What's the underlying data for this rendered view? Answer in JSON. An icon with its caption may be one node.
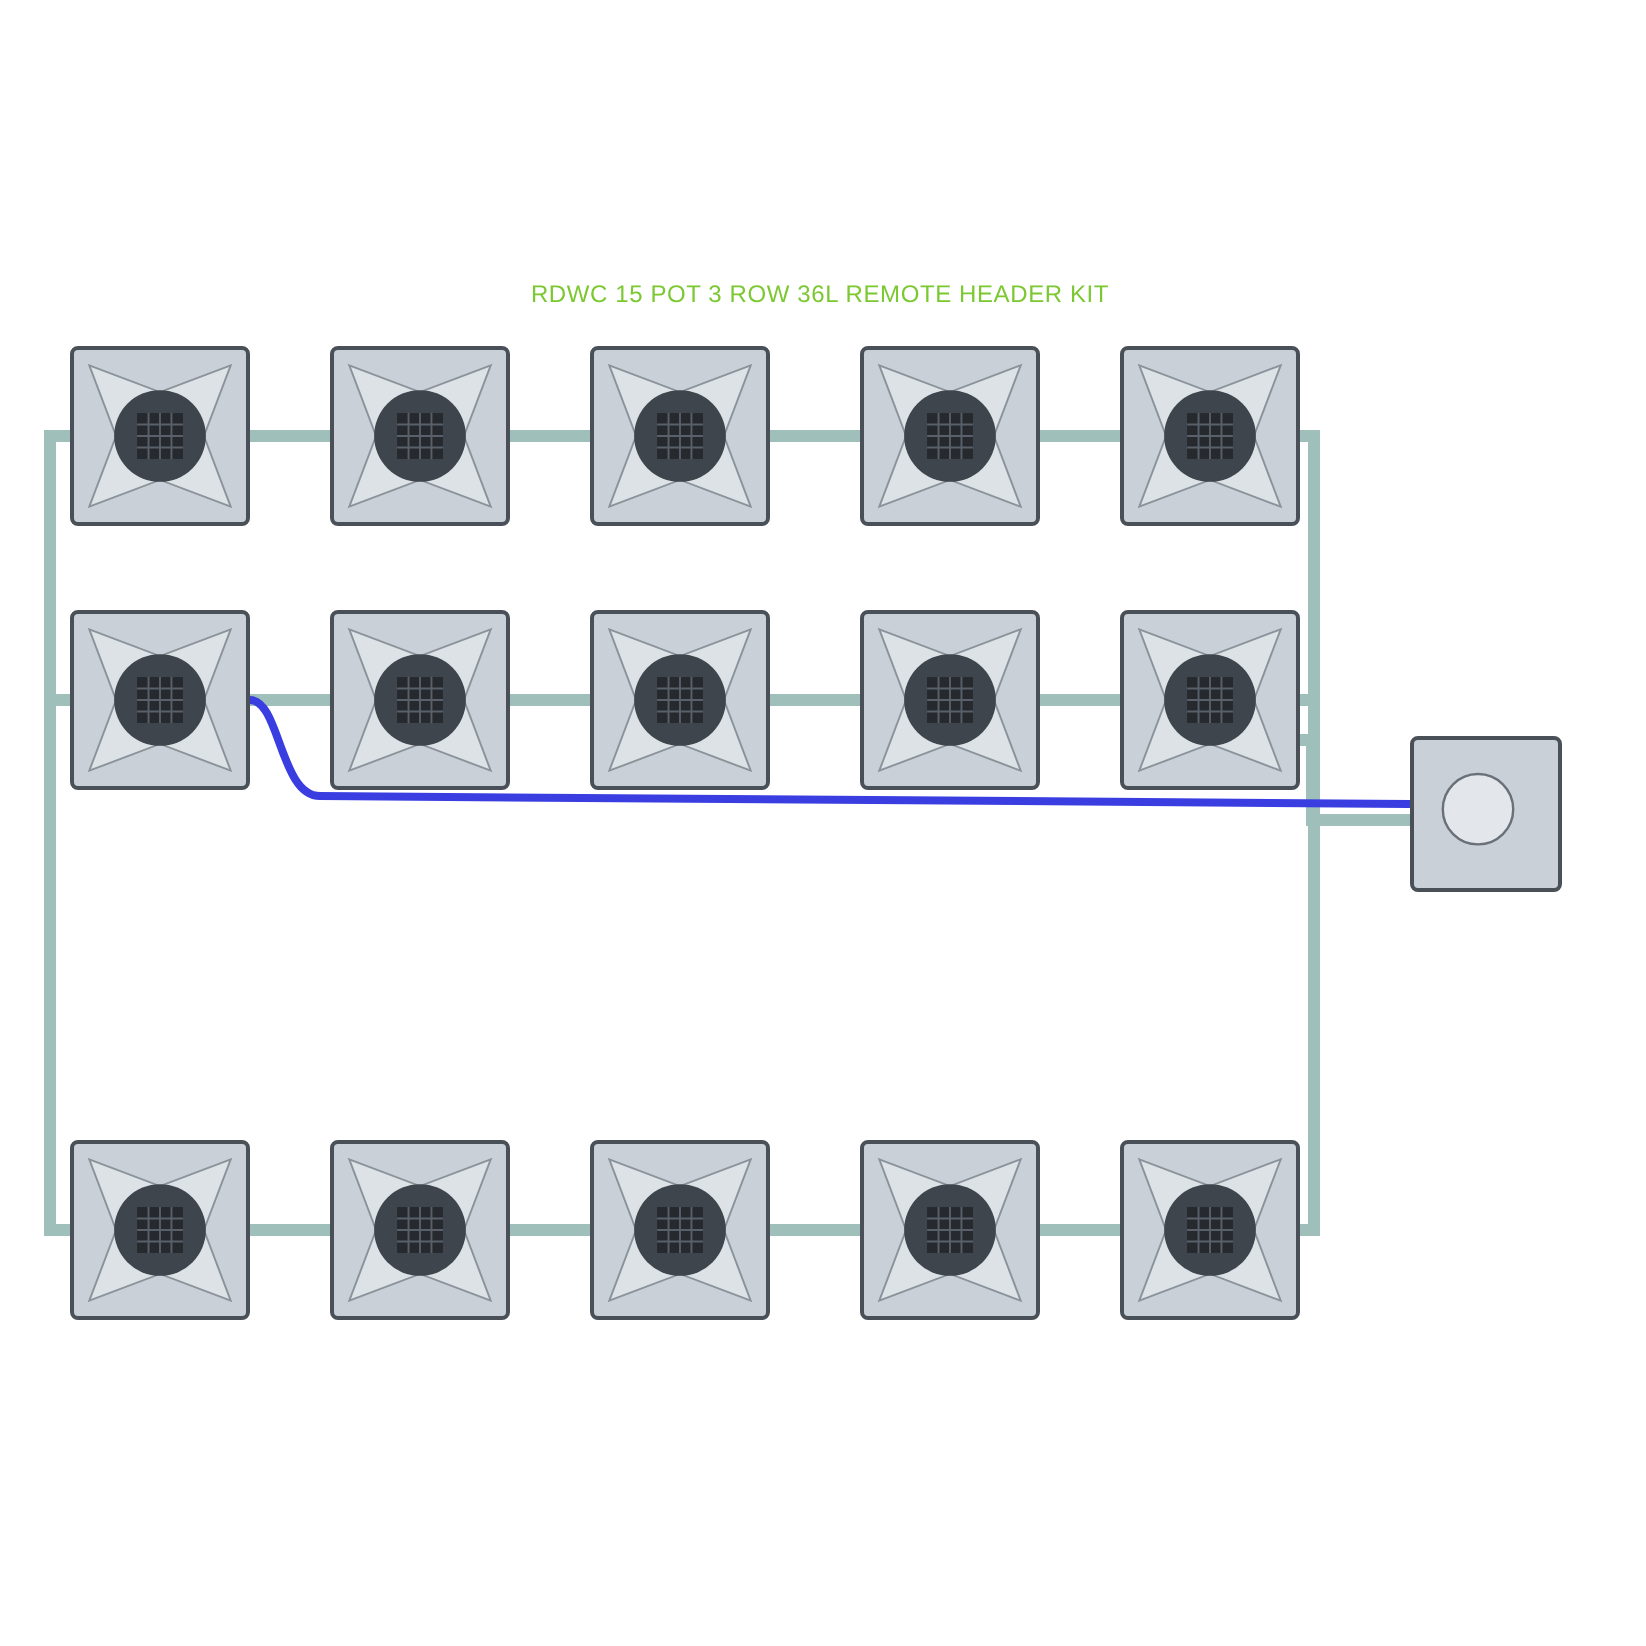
{
  "diagram": {
    "title": "RDWC 15 POT 3 ROW 36L REMOTE HEADER KIT",
    "nodes": [
      {
        "text": [],
        "shape": "picture"
      },
      {
        "text": [],
        "shape": "picture"
      },
      {
        "text": [],
        "shape": "picture"
      },
      {
        "text": [],
        "shape": "picture"
      },
      {
        "text": [],
        "shape": "picture"
      },
      {
        "text": [],
        "shape": "picture"
      },
      {
        "text": [],
        "shape": "picture"
      },
      {
        "text": [],
        "shape": "picture"
      },
      {
        "text": [],
        "shape": "picture"
      },
      {
        "text": [],
        "shape": "picture"
      },
      {
        "text": [],
        "shape": "picture"
      },
      {
        "text": [],
        "shape": "picture"
      },
      {
        "text": [],
        "shape": "picture"
      },
      {
        "text": [],
        "shape": "picture"
      },
      {
        "text": [],
        "shape": "picture"
      },
      {
        "text": [],
        "shape": "picture"
      }
    ],
    "edges": [
      {
        "from": 0,
        "to": 1,
        "arrow": "none"
      },
      {
        "from": 1,
        "to": 2,
        "arrow": "none"
      },
      {
        "from": 2,
        "to": 3,
        "arrow": "none"
      },
      {
        "from": 3,
        "to": 4,
        "arrow": "none"
      },
      {
        "from": 5,
        "to": 6,
        "arrow": "none"
      },
      {
        "from": 6,
        "to": 7,
        "arrow": "none"
      },
      {
        "from": 7,
        "to": 8,
        "arrow": "none"
      },
      {
        "from": 8,
        "to": 9,
        "arrow": "none"
      },
      {
        "from": 10,
        "to": 11,
        "arrow": "none"
      },
      {
        "from": 11,
        "to": 12,
        "arrow": "none"
      },
      {
        "from": 12,
        "to": 13,
        "arrow": "none"
      },
      {
        "from": 13,
        "to": 14,
        "arrow": "none"
      },
      {
        "from": 0,
        "to": 5,
        "arrow": "none"
      },
      {
        "from": 5,
        "to": 10,
        "arrow": "none"
      },
      {
        "from": 4,
        "to": 9,
        "arrow": "none"
      },
      {
        "from": 9,
        "to": 14,
        "arrow": "none"
      },
      {
        "from": 15,
        "to": 9,
        "arrow": "none"
      },
      {
        "from": 15,
        "to": 5,
        "arrow": "none",
        "color": "#3a3ee0"
      }
    ]
  }
}
